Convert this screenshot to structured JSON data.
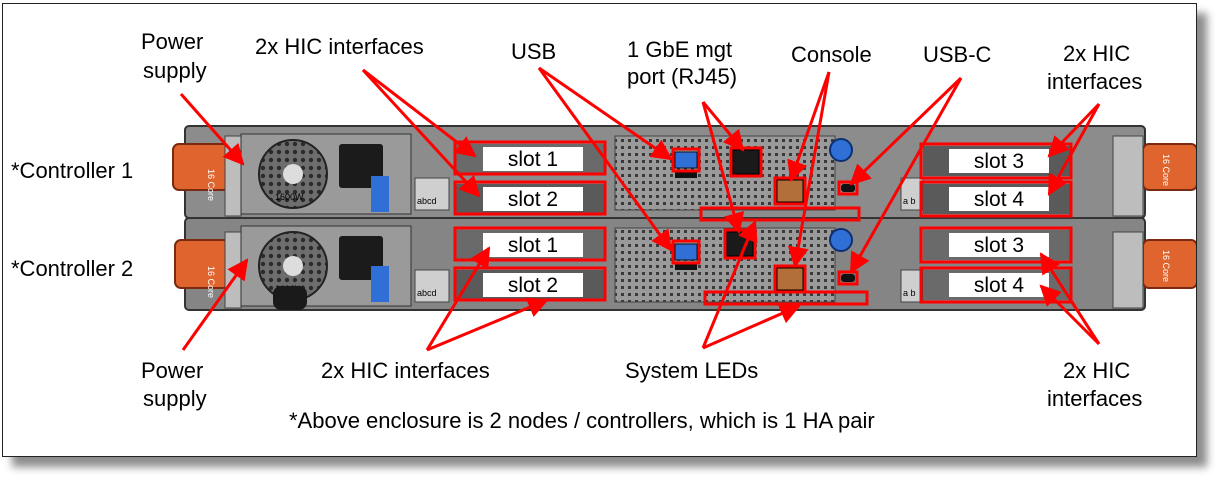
{
  "labels": {
    "power_supply_top": [
      "Power",
      "supply"
    ],
    "hic_top_left": "2x HIC interfaces",
    "usb": "USB",
    "mgmt_port": [
      "1 GbE mgt",
      "port (RJ45)"
    ],
    "console": "Console",
    "usb_c": "USB-C",
    "hic_top_right": [
      "2x HIC",
      "interfaces"
    ],
    "controller_1": "*Controller 1",
    "controller_2": "*Controller 2",
    "power_supply_bottom": [
      "Power",
      "supply"
    ],
    "hic_bottom_left": "2x HIC interfaces",
    "system_leds": "System LEDs",
    "hic_bottom_right": [
      "2x HIC",
      "interfaces"
    ],
    "footnote": "*Above enclosure is 2 nodes / controllers, which is 1 HA pair"
  },
  "slots": {
    "c1_slot1": "slot 1",
    "c1_slot2": "slot 2",
    "c1_slot3": "slot 3",
    "c1_slot4": "slot 4",
    "c2_slot1": "slot 1",
    "c2_slot2": "slot 2",
    "c2_slot3": "slot 3",
    "c2_slot4": "slot 4"
  },
  "hardware_text": {
    "psu_rating": "1600W",
    "handle_text": "16 Core",
    "port_label": "abcd",
    "port_label_ab": "a b"
  },
  "colors": {
    "callout_red": "#ff0000",
    "chassis": "#8a8a8a",
    "handle_orange": "#e0642d",
    "latch_blue": "#2f6fd6"
  }
}
